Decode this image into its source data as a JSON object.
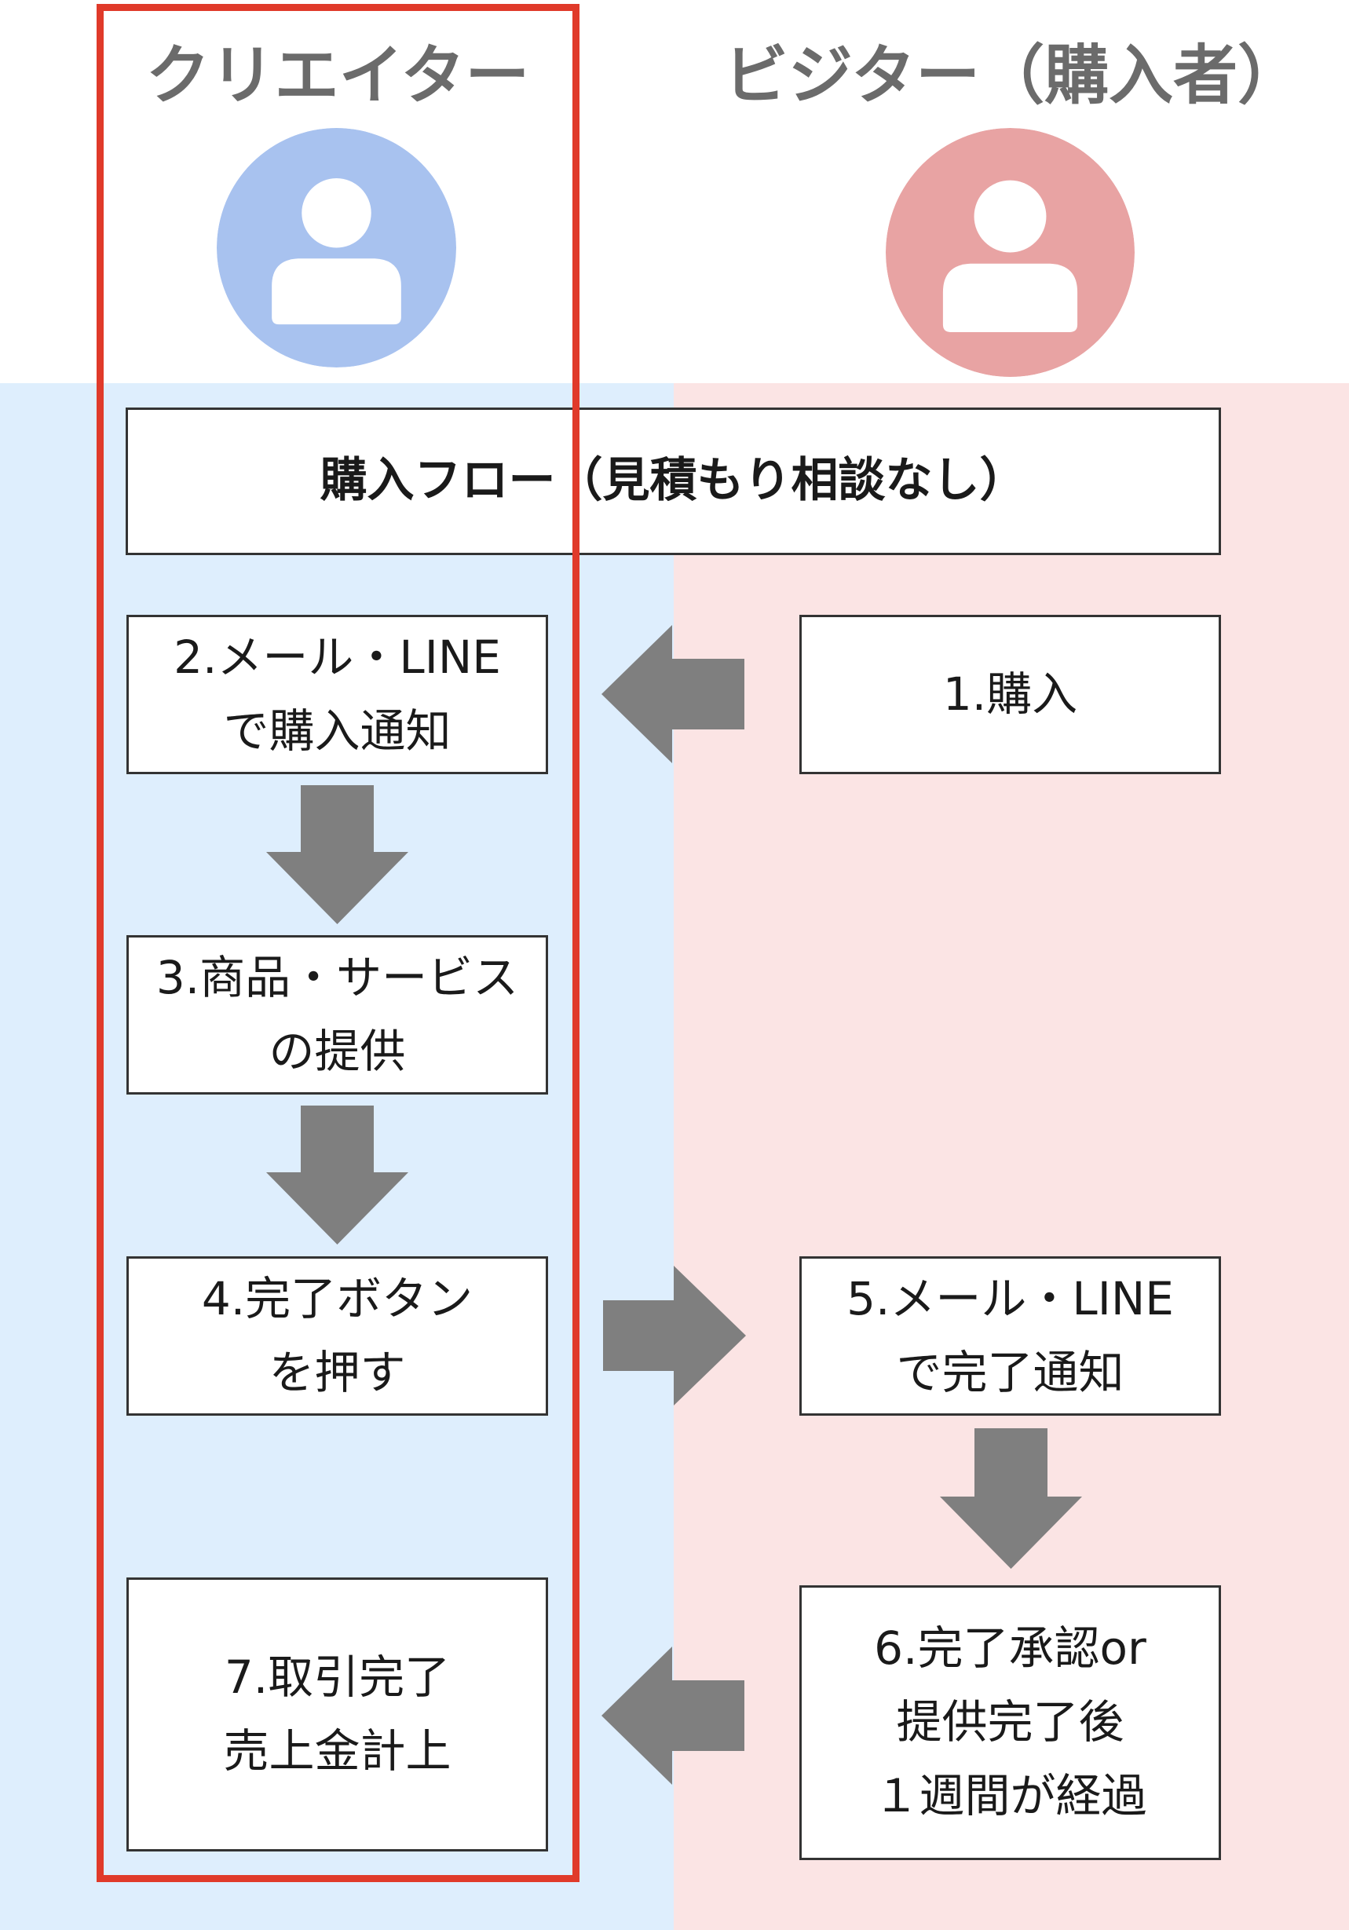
{
  "colors": {
    "creator_lane": "#deeefd",
    "visitor_lane": "#fbe4e4",
    "creator_avatar": "#a8c2ef",
    "visitor_avatar": "#e8a3a3",
    "arrow": "#7f7f7f",
    "highlight": "#e03a2a"
  },
  "roles": {
    "creator": "クリエイター",
    "visitor": "ビジター（購入者）"
  },
  "title": "購入フロー（見積もり相談なし）",
  "steps": {
    "s1": [
      "1.購入"
    ],
    "s2": [
      "2.メール・LINE",
      "で購入通知"
    ],
    "s3": [
      "3.商品・サービス",
      "の提供"
    ],
    "s4": [
      "4.完了ボタン",
      "を押す"
    ],
    "s5": [
      "5.メール・LINE",
      "で完了通知"
    ],
    "s6": [
      "6.完了承認or",
      "提供完了後",
      "１週間が経過"
    ],
    "s7": [
      "7.取引完了",
      "売上金計上"
    ]
  },
  "icons": {
    "avatar": "user-icon",
    "arrow": "block-arrow-icon"
  }
}
